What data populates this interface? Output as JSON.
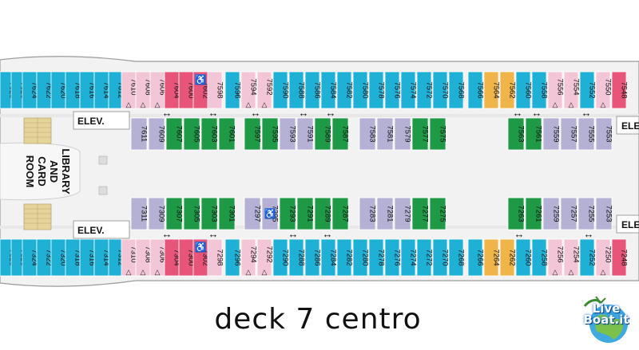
{
  "title": "deck 7 centro",
  "labels": {
    "elev": "ELEV.",
    "library": [
      "LIBRARY",
      "AND",
      "CARD",
      "ROOM"
    ],
    "logo_line1": "Live",
    "logo_line2": "Boat.it"
  },
  "colors": {
    "blue": "#1fb0d5",
    "pink": "#f2c6d6",
    "magenta": "#e8557a",
    "green": "#1e9a47",
    "grey": "#b4b1d4",
    "orange": "#f0b548",
    "deck": "#f2f2f2",
    "outline": "#9a9a9a"
  },
  "icons": {
    "accessible": "wheelchair-icon",
    "connecting": "double-arrow-icon",
    "triangle": "triangle-icon"
  },
  "cabins": {
    "row1": [
      {
        "n": "7628",
        "c": "blue"
      },
      {
        "n": "7626",
        "c": "blue"
      },
      {
        "n": "7624",
        "c": "blue"
      },
      {
        "n": "7622",
        "c": "blue"
      },
      {
        "n": "7620",
        "c": "blue"
      },
      {
        "n": "7618",
        "c": "blue"
      },
      {
        "n": "7616",
        "c": "blue"
      },
      {
        "n": "7614",
        "c": "blue"
      },
      {
        "n": "7612",
        "c": "blue"
      },
      {
        "n": "7610",
        "c": "pink",
        "t": true
      },
      {
        "n": "7608",
        "c": "pink",
        "t": true
      },
      {
        "n": "7606",
        "c": "pink",
        "t": true
      },
      {
        "n": "7604",
        "c": "magenta"
      },
      {
        "n": "7600",
        "c": "magenta"
      },
      {
        "n": "7602",
        "c": "magenta",
        "wc": true
      },
      {
        "n": "7598",
        "c": "pink"
      },
      {
        "n": "7596",
        "c": "blue"
      },
      {
        "n": "7594",
        "c": "pink",
        "t": true
      },
      {
        "n": "7592",
        "c": "pink",
        "t": true
      },
      {
        "n": "7590",
        "c": "blue"
      },
      {
        "n": "7588",
        "c": "blue"
      },
      {
        "n": "7586",
        "c": "blue"
      },
      {
        "n": "7584",
        "c": "blue"
      },
      {
        "n": "7582",
        "c": "blue"
      },
      {
        "n": "7580",
        "c": "blue"
      },
      {
        "n": "7578",
        "c": "blue"
      },
      {
        "n": "7576",
        "c": "blue"
      },
      {
        "n": "7574",
        "c": "blue"
      },
      {
        "n": "7572",
        "c": "blue"
      },
      {
        "n": "7570",
        "c": "blue"
      },
      {
        "n": "7568",
        "c": "blue"
      },
      {
        "n": "7566",
        "c": "blue"
      },
      {
        "n": "7564",
        "c": "orange"
      },
      {
        "n": "7562",
        "c": "orange"
      },
      {
        "n": "7560",
        "c": "blue"
      },
      {
        "n": "7558",
        "c": "blue"
      },
      {
        "n": "7556",
        "c": "pink",
        "t": true
      },
      {
        "n": "7554",
        "c": "pink",
        "t": true
      },
      {
        "n": "7552",
        "c": "blue"
      },
      {
        "n": "7550",
        "c": "pink",
        "t": true
      },
      {
        "n": "7548",
        "c": "magenta"
      }
    ],
    "row2": [
      {
        "n": "7611",
        "c": "grey"
      },
      {
        "n": "7609",
        "c": "grey"
      },
      {
        "n": "7607",
        "c": "green"
      },
      {
        "n": "7605",
        "c": "green"
      },
      {
        "n": "7603",
        "c": "green"
      },
      {
        "n": "7601",
        "c": "green"
      },
      {
        "n": "7597",
        "c": "green"
      },
      {
        "n": "7595",
        "c": "green"
      },
      {
        "n": "7593",
        "c": "grey"
      },
      {
        "n": "7591",
        "c": "grey"
      },
      {
        "n": "7589",
        "c": "green"
      },
      {
        "n": "7587",
        "c": "green"
      },
      {
        "n": "7583",
        "c": "grey"
      },
      {
        "n": "7581",
        "c": "grey"
      },
      {
        "n": "7579",
        "c": "grey"
      },
      {
        "n": "7577",
        "c": "green"
      },
      {
        "n": "7575",
        "c": "green"
      },
      {
        "n": "7563",
        "c": "green"
      },
      {
        "n": "7561",
        "c": "green"
      },
      {
        "n": "7559",
        "c": "grey"
      },
      {
        "n": "7557",
        "c": "grey"
      },
      {
        "n": "7555",
        "c": "grey"
      },
      {
        "n": "7553",
        "c": "grey"
      }
    ],
    "row3": [
      {
        "n": "7311",
        "c": "grey"
      },
      {
        "n": "7309",
        "c": "grey"
      },
      {
        "n": "7307",
        "c": "green"
      },
      {
        "n": "7305",
        "c": "green"
      },
      {
        "n": "7303",
        "c": "green"
      },
      {
        "n": "7301",
        "c": "green"
      },
      {
        "n": "7297",
        "c": "grey"
      },
      {
        "n": "7295",
        "c": "grey",
        "wc": true
      },
      {
        "n": "7293",
        "c": "green"
      },
      {
        "n": "7291",
        "c": "green"
      },
      {
        "n": "7289",
        "c": "green"
      },
      {
        "n": "7287",
        "c": "green"
      },
      {
        "n": "7283",
        "c": "grey"
      },
      {
        "n": "7281",
        "c": "grey"
      },
      {
        "n": "7279",
        "c": "grey"
      },
      {
        "n": "7277",
        "c": "green"
      },
      {
        "n": "7275",
        "c": "green"
      },
      {
        "n": "7263",
        "c": "green"
      },
      {
        "n": "7261",
        "c": "green"
      },
      {
        "n": "7259",
        "c": "grey"
      },
      {
        "n": "7257",
        "c": "grey"
      },
      {
        "n": "7255",
        "c": "grey"
      },
      {
        "n": "7253",
        "c": "grey"
      }
    ],
    "row4": [
      {
        "n": "7328",
        "c": "blue"
      },
      {
        "n": "7326",
        "c": "blue"
      },
      {
        "n": "7324",
        "c": "blue"
      },
      {
        "n": "7322",
        "c": "blue"
      },
      {
        "n": "7320",
        "c": "blue"
      },
      {
        "n": "7318",
        "c": "blue"
      },
      {
        "n": "7316",
        "c": "blue"
      },
      {
        "n": "7314",
        "c": "blue"
      },
      {
        "n": "7312",
        "c": "blue"
      },
      {
        "n": "7310",
        "c": "pink",
        "t": true
      },
      {
        "n": "7308",
        "c": "pink",
        "t": true
      },
      {
        "n": "7306",
        "c": "pink",
        "t": true
      },
      {
        "n": "7304",
        "c": "magenta"
      },
      {
        "n": "7300",
        "c": "magenta"
      },
      {
        "n": "7302",
        "c": "magenta",
        "wc": true
      },
      {
        "n": "7298",
        "c": "pink"
      },
      {
        "n": "7296",
        "c": "blue"
      },
      {
        "n": "7294",
        "c": "pink",
        "t": true
      },
      {
        "n": "7292",
        "c": "pink",
        "t": true
      },
      {
        "n": "7290",
        "c": "blue"
      },
      {
        "n": "7288",
        "c": "blue"
      },
      {
        "n": "7286",
        "c": "blue"
      },
      {
        "n": "7284",
        "c": "blue"
      },
      {
        "n": "7282",
        "c": "blue"
      },
      {
        "n": "7280",
        "c": "blue"
      },
      {
        "n": "7278",
        "c": "blue"
      },
      {
        "n": "7276",
        "c": "blue"
      },
      {
        "n": "7274",
        "c": "blue"
      },
      {
        "n": "7272",
        "c": "blue"
      },
      {
        "n": "7270",
        "c": "blue"
      },
      {
        "n": "7268",
        "c": "blue"
      },
      {
        "n": "7266",
        "c": "blue"
      },
      {
        "n": "7264",
        "c": "orange"
      },
      {
        "n": "7262",
        "c": "orange"
      },
      {
        "n": "7260",
        "c": "blue"
      },
      {
        "n": "7258",
        "c": "blue"
      },
      {
        "n": "7256",
        "c": "pink",
        "t": true
      },
      {
        "n": "7254",
        "c": "pink",
        "t": true
      },
      {
        "n": "7252",
        "c": "blue"
      },
      {
        "n": "7250",
        "c": "pink",
        "t": true
      },
      {
        "n": "7248",
        "c": "magenta"
      }
    ]
  }
}
